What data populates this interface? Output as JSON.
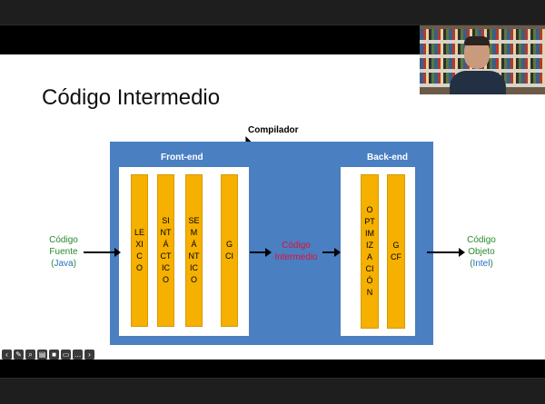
{
  "slide": {
    "title": "Código Intermedio",
    "compilador": "Compilador",
    "frontend_label": "Front-end",
    "backend_label": "Back-end",
    "front_phases": [
      "LEXICO",
      "SINTÁCTICO",
      "SEMÁNTICO",
      "GCI"
    ],
    "back_phases": [
      "OPTIMIZACIÓN",
      "GCF"
    ],
    "source": {
      "line1": "Código",
      "line2": "Fuente",
      "lang": "Java"
    },
    "middle": {
      "line1": "Código",
      "line2": "Intermedio"
    },
    "target": {
      "line1": "Código",
      "line2": "Objeto",
      "arch": "Intel"
    }
  },
  "colors": {
    "outer_box": "#4a7fc1",
    "phase_bar": "#f5b000",
    "source_text": "#2a8a2a",
    "lang_text": "#1f6fbf",
    "middle_text": "#e0103a"
  },
  "toolbar": {
    "icons": [
      "back-arrow-icon",
      "pen-icon",
      "zoom-icon",
      "slides-icon",
      "camera-icon",
      "subtitles-icon",
      "more-icon",
      "forward-arrow-icon"
    ]
  }
}
